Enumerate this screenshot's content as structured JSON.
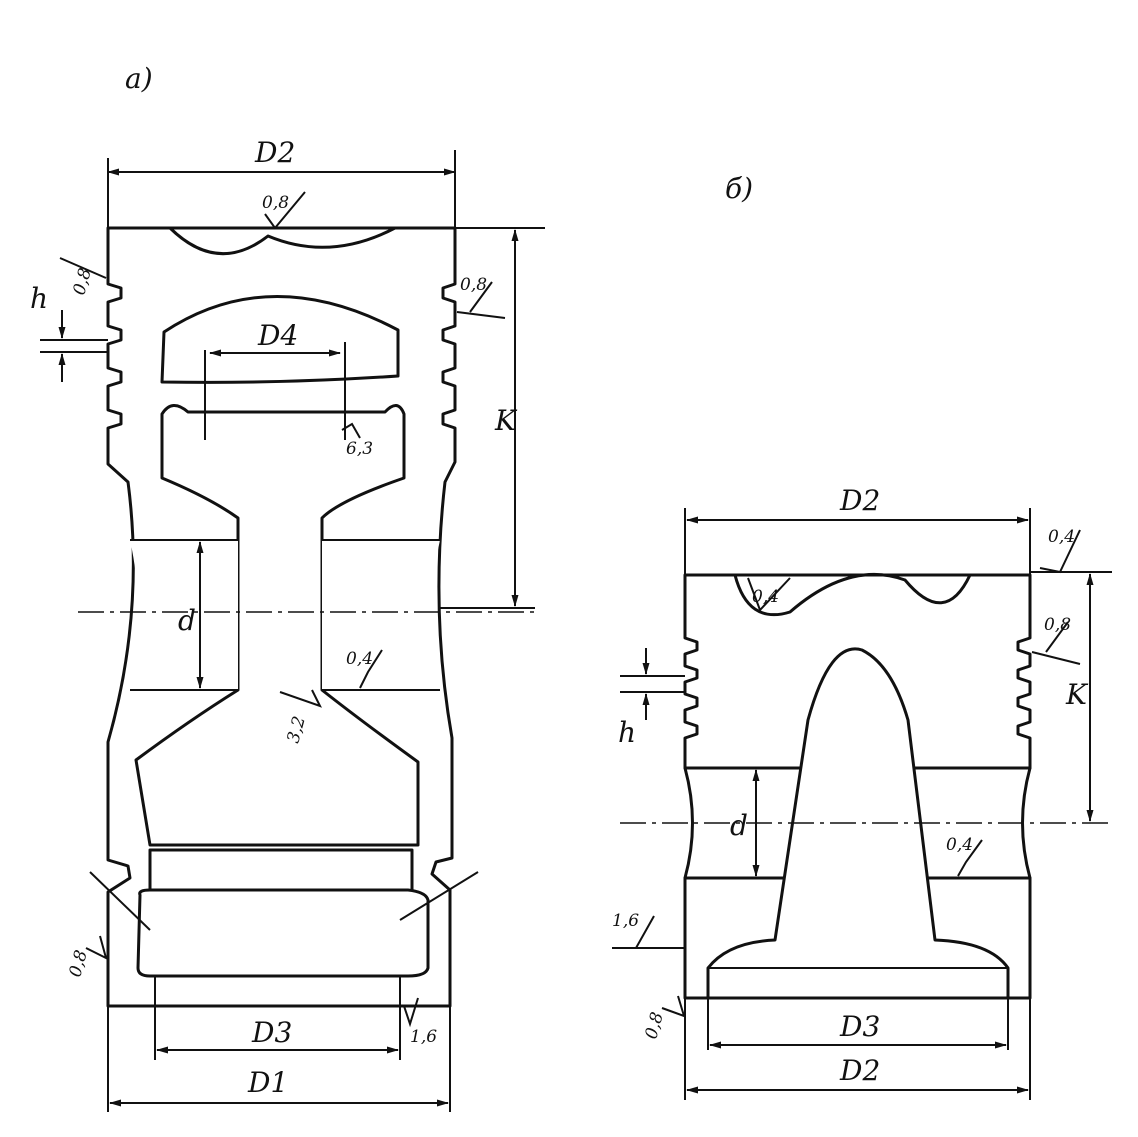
{
  "view_a": {
    "label": "a)",
    "dimensions": {
      "top_diameter": "D2",
      "boss_diameter": "D4",
      "bore_diameter": "d",
      "height": "K",
      "ring_groove": "h",
      "bottom_inner_diameter": "D3",
      "bottom_outer_diameter": "D1"
    },
    "roughness": {
      "crown": "0,8",
      "left_top": "0,8",
      "right_top": "0,8",
      "boss": "6,3",
      "pin_bore": "0,4",
      "skirt_inner": "3,2",
      "left_bottom": "0,8",
      "bottom": "1,6"
    }
  },
  "view_b": {
    "label": "б)",
    "dimensions": {
      "top_diameter": "D2",
      "height": "K",
      "ring_groove": "h",
      "bore_diameter": "d",
      "bottom_inner_diameter": "D3",
      "bottom_outer_diameter": "D2"
    },
    "roughness": {
      "top_right": "0,4",
      "crown": "0,4",
      "right_side": "0,8",
      "pin_bore": "0,4",
      "left_lower": "1,6",
      "bottom_left": "0,8"
    }
  }
}
